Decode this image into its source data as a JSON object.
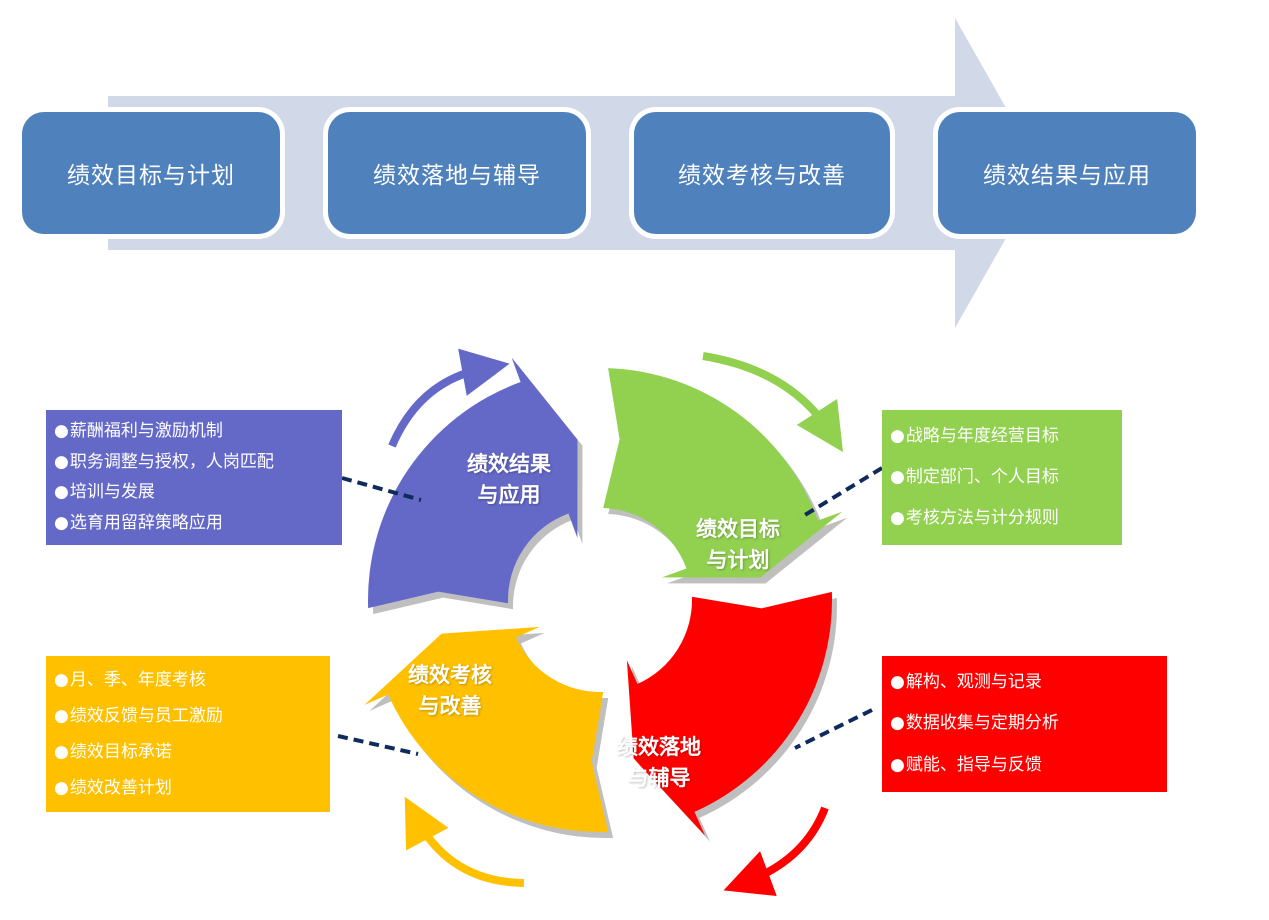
{
  "top_flow": {
    "band_color": "#D1D8E7",
    "box_color": "#4F81BD",
    "steps": [
      {
        "label": "绩效目标与计划"
      },
      {
        "label": "绩效落地与辅导"
      },
      {
        "label": "绩效考核与改善"
      },
      {
        "label": "绩效结果与应用"
      }
    ]
  },
  "cycle": {
    "segments": [
      {
        "id": "results",
        "label_line1": "绩效结果",
        "label_line2": "与应用",
        "color": "#6468C7"
      },
      {
        "id": "goals",
        "label_line1": "绩效目标",
        "label_line2": "与计划",
        "color": "#92D050"
      },
      {
        "id": "execution",
        "label_line1": "绩效落地",
        "label_line2": "与辅导",
        "color": "#FF0000"
      },
      {
        "id": "review",
        "label_line1": "绩效考核",
        "label_line2": "与改善",
        "color": "#FFC000"
      }
    ],
    "connector_color": "#0F2A5C",
    "shadow_color": "#BFBFBF"
  },
  "info_boxes": {
    "results": {
      "color": "#6468C7",
      "items": [
        "薪酬福利与激励机制",
        "职务调整与授权，人岗匹配",
        "培训与发展",
        "选育用留辞策略应用"
      ]
    },
    "goals": {
      "color": "#92D050",
      "items": [
        "战略与年度经营目标",
        "制定部门、个人目标",
        "考核方法与计分规则"
      ]
    },
    "review": {
      "color": "#FFC000",
      "items": [
        "月、季、年度考核",
        "绩效反馈与员工激励",
        "绩效目标承诺",
        "绩效改善计划"
      ]
    },
    "execution": {
      "color": "#FF0000",
      "items": [
        "解构、观测与记录",
        "数据收集与定期分析",
        "赋能、指导与反馈"
      ]
    }
  }
}
